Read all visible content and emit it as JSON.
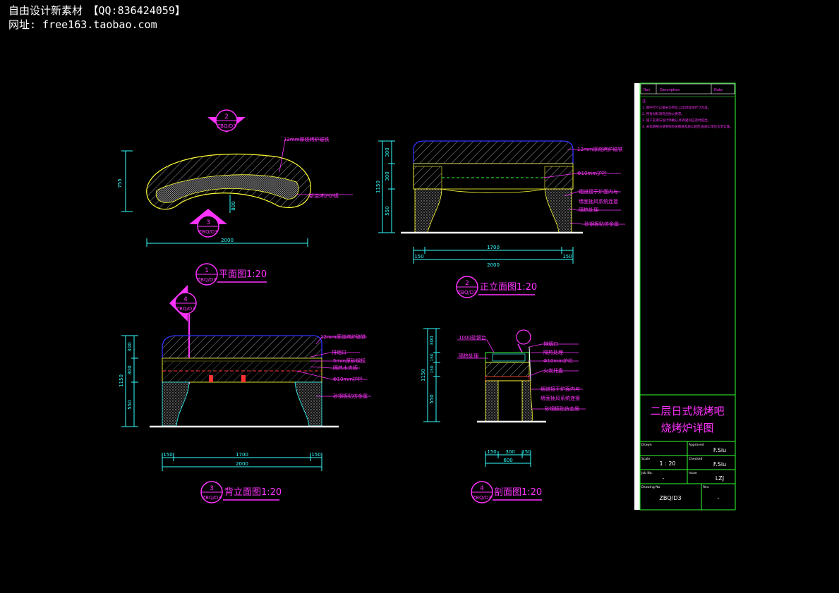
{
  "watermark": {
    "line1": "自由设计新素材　【QQ:836424059】",
    "line2": "网址: free163.taobao.com"
  },
  "views": {
    "plan": {
      "title": "平面图1:20",
      "ref_num": "1",
      "ref_sheet": "ZBQ/D3"
    },
    "front": {
      "title": "正立面图1:20",
      "ref_num": "2",
      "ref_sheet": "ZBQ/D3"
    },
    "back": {
      "title": "背立面图1:20",
      "ref_num": "3",
      "ref_sheet": "ZBQ/D3"
    },
    "section": {
      "title": "剖面图1:20",
      "ref_num": "4",
      "ref_sheet": "ZBQ/D3"
    }
  },
  "dims": {
    "plan_width": "2000",
    "plan_depth": "755",
    "plan_inner": "800",
    "front_total": "2000",
    "front_mid": "1700",
    "front_side": "150",
    "front_h_total": "1150",
    "front_h1": "300",
    "front_h2": "300",
    "front_h3": "550",
    "back_total": "2000",
    "back_mid": "1700",
    "back_side": "150",
    "back_h_total": "1150",
    "back_h1": "300",
    "back_h2": "300",
    "back_h3": "550",
    "sec_total": "600",
    "sec_a": "150",
    "sec_b": "300",
    "sec_c": "150",
    "sec_h_total": "1150",
    "sec_h1": "300",
    "sec_h2": "150",
    "sec_h3": "150",
    "sec_h4": "550"
  },
  "labels": {
    "plan_1": "12mm厚烧烤炉磁铁",
    "plan_2": "新烧烤炉炉板",
    "front_1": "12mm厚烧烤炉磁铁",
    "front_2": "Φ10mm护栏",
    "front_3": "烟道接于炉面内与",
    "front_4": "墙面抽风系统连接",
    "front_5": "隔热处理",
    "front_6": "砂钢板贴仿金属",
    "back_1": "12mm厚烧烤炉磁铁",
    "back_2": "排烟口",
    "back_3": "5mm厚砂钢板",
    "back_4": "隔热木夹板",
    "back_5": "Φ10mm护栏",
    "back_6": "砂钢板贴仿金属",
    "sec_1": "1000砂钢台",
    "sec_2": "隔热处理",
    "sec_3": "排烟口",
    "sec_4": "隔热处理",
    "sec_5": "Φ10mm护栏",
    "sec_6": "火炭托盘",
    "sec_7": "烟道接于炉面内与",
    "sec_8": "墙面抽风系统连接",
    "sec_9": "砂钢板贴仿金属"
  },
  "title_block": {
    "col_rev": "Rev",
    "col_desc": "Description",
    "col_date": "Date",
    "notes_head": "注:",
    "notes": [
      "1. 图中尺寸以毫米为单位,以实际现场尺寸为准。",
      "2. 所有材料须符合防火要求。",
      "3. 施工前请与设计师确认,如有疑问应及时提出。",
      "4. 未标明部分请参照有关图纸及施工规范,由施工单位负责实施。"
    ],
    "drawing_title_1": "二层日式烧烤吧",
    "drawing_title_2": "烧烤炉详图",
    "designer_label": "Drawn",
    "approved_label": "Approved",
    "approved_value": "F.Siu",
    "scale_label": "Scale",
    "scale_value": "1 : 20",
    "checked_label": "Checked",
    "checked_value": "F.Siu",
    "job_label": "Job No.",
    "job_value": "-",
    "issue_label": "Issue",
    "issue_value": "LZJ",
    "drawing_no_label": "Drawing No.",
    "drawing_no_value": "ZBQ/D3",
    "rev_label": "Rev.",
    "rev_value": "-"
  }
}
